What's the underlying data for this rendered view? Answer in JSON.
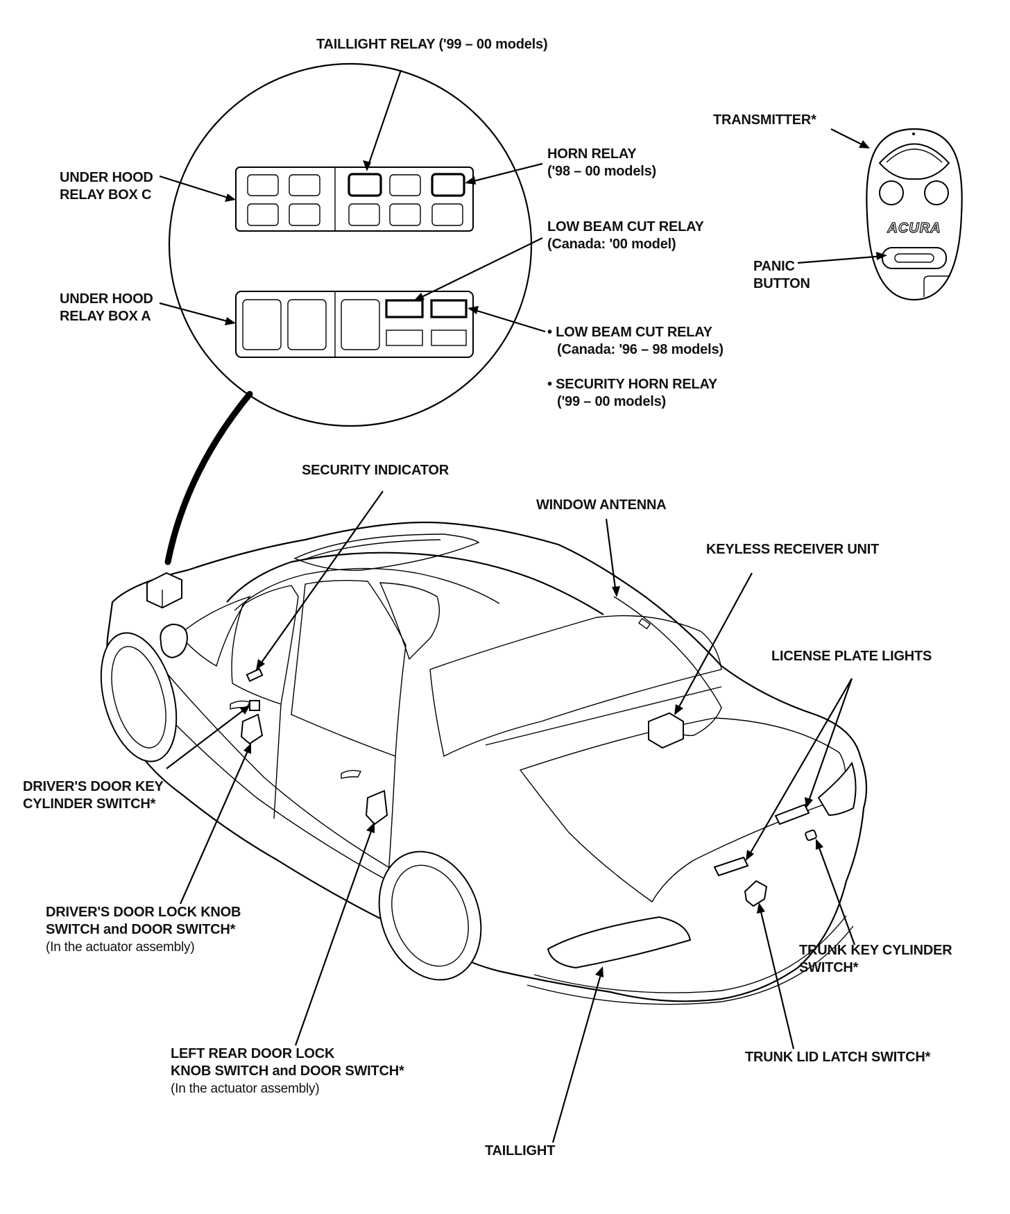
{
  "labels": {
    "taillight_relay": "TAILLIGHT RELAY ('99 – 00 models)",
    "transmitter": "TRANSMITTER*",
    "horn_relay_1": "HORN RELAY",
    "horn_relay_2": "('98 – 00 models)",
    "relay_box_c_1": "UNDER HOOD",
    "relay_box_c_2": "RELAY BOX C",
    "low_beam_00_1": "LOW BEAM CUT RELAY",
    "low_beam_00_2": "(Canada: '00 model)",
    "panic_1": "PANIC",
    "panic_2": "BUTTON",
    "relay_box_a_1": "UNDER HOOD",
    "relay_box_a_2": "RELAY BOX A",
    "low_beam_96_1": "• LOW BEAM CUT RELAY",
    "low_beam_96_2": "(Canada: '96 – 98 models)",
    "security_horn_1": "• SECURITY HORN RELAY",
    "security_horn_2": "('99 – 00 models)",
    "security_indicator": "SECURITY INDICATOR",
    "window_antenna": "WINDOW ANTENNA",
    "keyless_receiver": "KEYLESS RECEIVER UNIT",
    "license_plate": "LICENSE PLATE LIGHTS",
    "driver_key_1": "DRIVER'S DOOR KEY",
    "driver_key_2": "CYLINDER SWITCH*",
    "driver_lock_1": "DRIVER'S DOOR LOCK KNOB",
    "driver_lock_2": "SWITCH and DOOR SWITCH*",
    "driver_lock_3": "(In the actuator assembly)",
    "trunk_key_1": "TRUNK KEY CYLINDER",
    "trunk_key_2": "SWITCH*",
    "left_rear_1": "LEFT REAR DOOR LOCK",
    "left_rear_2": "KNOB SWITCH and DOOR SWITCH*",
    "left_rear_3": "(In the actuator assembly)",
    "trunk_latch": "TRUNK LID LATCH SWITCH*",
    "taillight": "TAILLIGHT"
  },
  "transmitter_brand": "ACURA"
}
